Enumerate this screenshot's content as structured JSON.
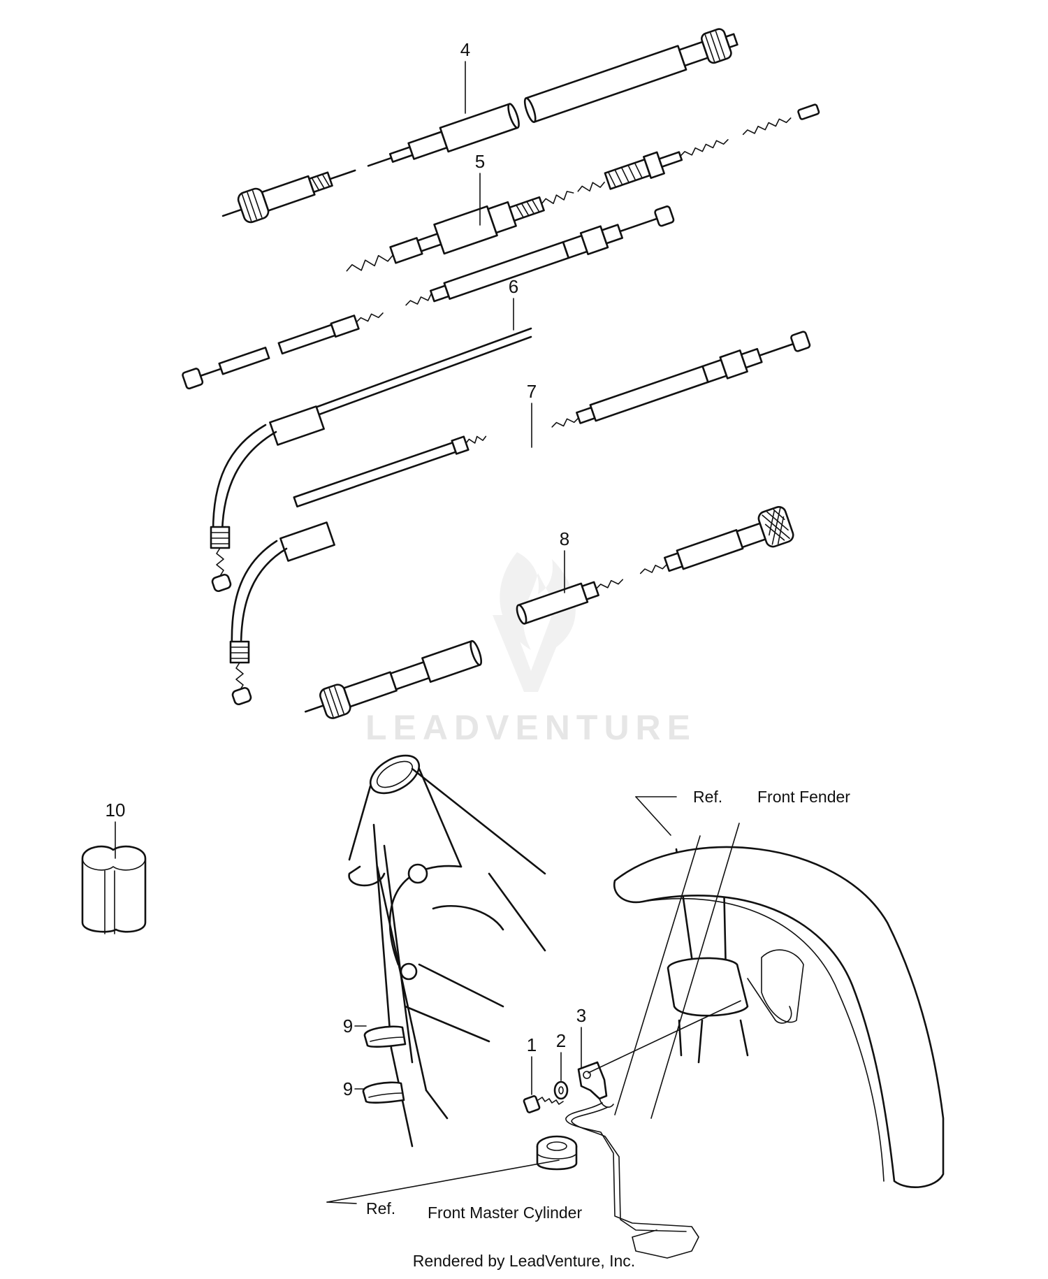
{
  "watermark": {
    "text": "LEADVENTURE"
  },
  "callouts": [
    {
      "id": "4",
      "label": "4"
    },
    {
      "id": "5",
      "label": "5"
    },
    {
      "id": "6",
      "label": "6"
    },
    {
      "id": "7",
      "label": "7"
    },
    {
      "id": "8",
      "label": "8"
    },
    {
      "id": "10",
      "label": "10"
    },
    {
      "id": "9a",
      "label": "9"
    },
    {
      "id": "9b",
      "label": "9"
    },
    {
      "id": "1",
      "label": "1"
    },
    {
      "id": "2",
      "label": "2"
    },
    {
      "id": "3",
      "label": "3"
    }
  ],
  "refs": {
    "front_fender": {
      "prefix": "Ref.",
      "name": "Front Fender"
    },
    "front_master_cylinder": {
      "prefix": "Ref.",
      "name": "Front Master Cylinder"
    }
  },
  "footer": "Rendered by LeadVenture, Inc.",
  "colors": {
    "line": "#111111",
    "background": "#ffffff",
    "watermark": "#e6e6e6"
  }
}
